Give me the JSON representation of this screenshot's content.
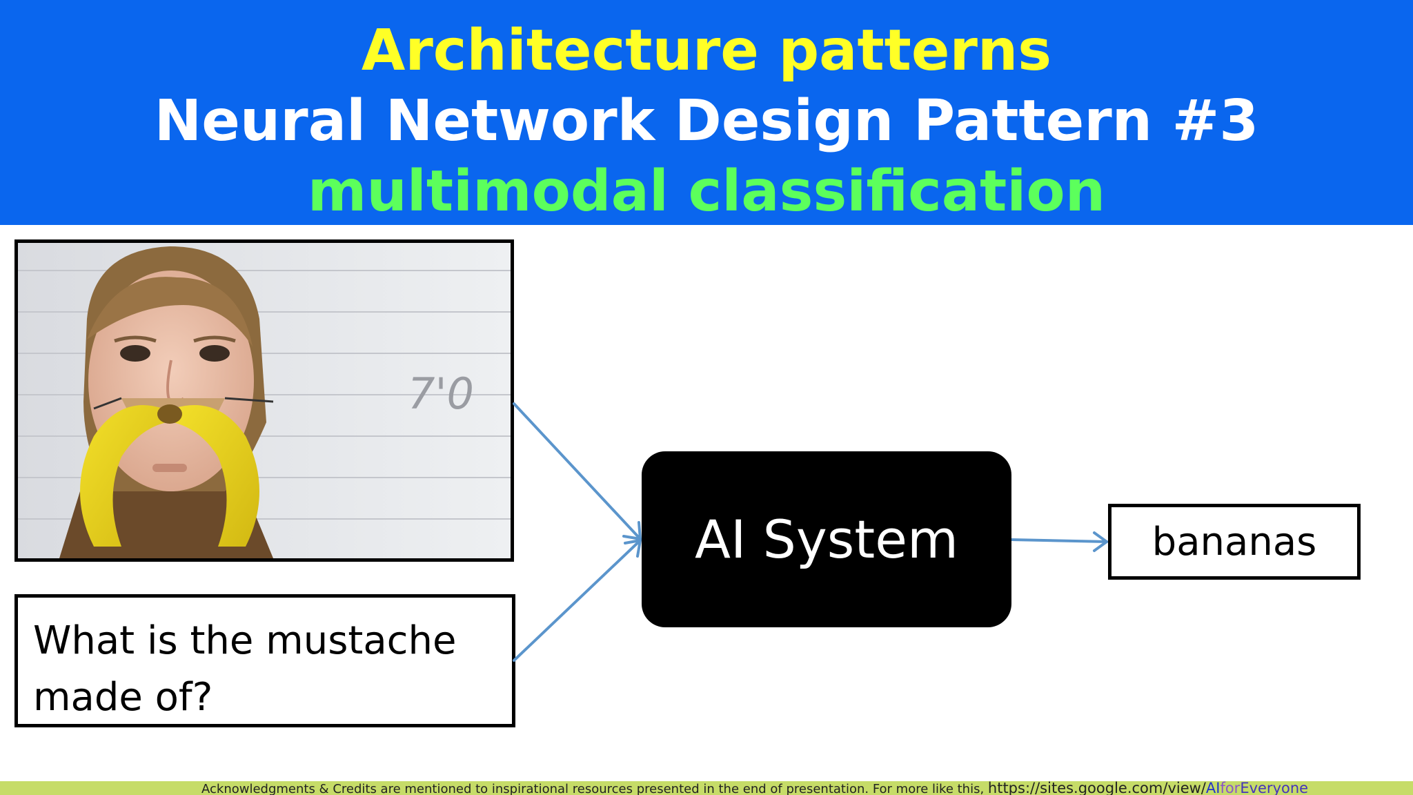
{
  "header": {
    "line1": "Architecture patterns",
    "line2": "Neural Network Design Pattern #3",
    "line3": "multimodal classification",
    "colors": {
      "background": "#0a66ee",
      "line1": "#ffff26",
      "line2": "#ffffff",
      "line3": "#5cff5c"
    }
  },
  "input_image": {
    "wall_marking": "7'0"
  },
  "question": {
    "text": "What is the mustache made of?"
  },
  "system": {
    "label": "AI System"
  },
  "output": {
    "label": "bananas"
  },
  "footer": {
    "credits": "Acknowledgments & Credits are mentioned to inspirational resources presented in the end of presentation.  For more like this, ",
    "url_prefix": "https://sites.google.com/view/",
    "url_ai": "AI",
    "url_for": "for",
    "url_everyone": "Everyone",
    "background": "#c6dc68"
  },
  "arrow_color": "#5b95cc"
}
